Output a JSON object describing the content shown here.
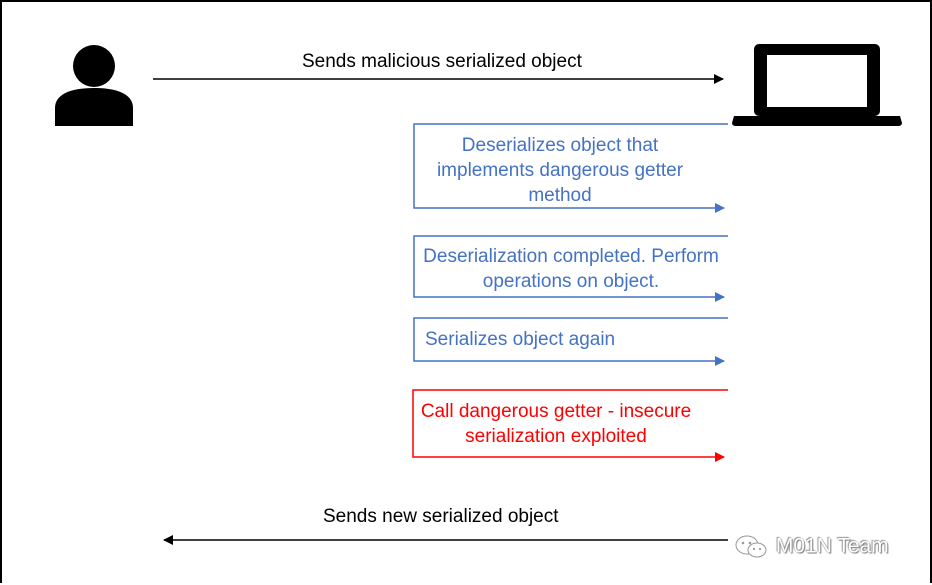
{
  "messages": {
    "send_malicious": "Sends malicious serialized object",
    "deserializes": [
      "Deserializes object that",
      "implements dangerous getter",
      "method"
    ],
    "deser_completed": [
      "Deserialization completed. Perform",
      "operations on object."
    ],
    "serializes_again": "Serializes object again",
    "call_getter": [
      "Call dangerous getter - insecure",
      "serialization exploited"
    ],
    "send_new": "Sends new serialized object"
  },
  "icons": {
    "attacker": "person-icon",
    "server": "laptop-icon",
    "watermark_logo": "wechat-icon"
  },
  "watermark": "M01N Team",
  "colors": {
    "blue": "#4472c4",
    "red": "#ff0000",
    "black": "#000000"
  }
}
